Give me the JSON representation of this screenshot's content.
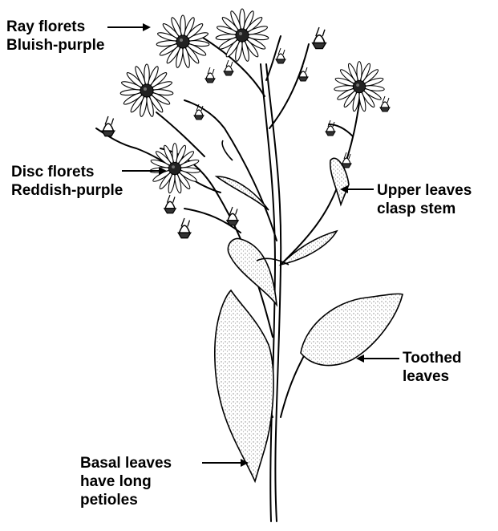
{
  "labels": {
    "ray_florets": {
      "line1": "Ray florets",
      "line2": "Bluish-purple"
    },
    "disc_florets": {
      "line1": "Disc florets",
      "line2": "Reddish-purple"
    },
    "upper_leaves": {
      "line1": "Upper leaves",
      "line2": "clasp stem"
    },
    "toothed_leaves": {
      "line1": "Toothed",
      "line2": "leaves"
    },
    "basal_leaves": {
      "line1": "Basal leaves",
      "line2": "have long",
      "line3": "petioles"
    }
  },
  "colors": {
    "ink": "#000000",
    "background": "#ffffff",
    "leaf_stipple": "#9a9a9a"
  }
}
